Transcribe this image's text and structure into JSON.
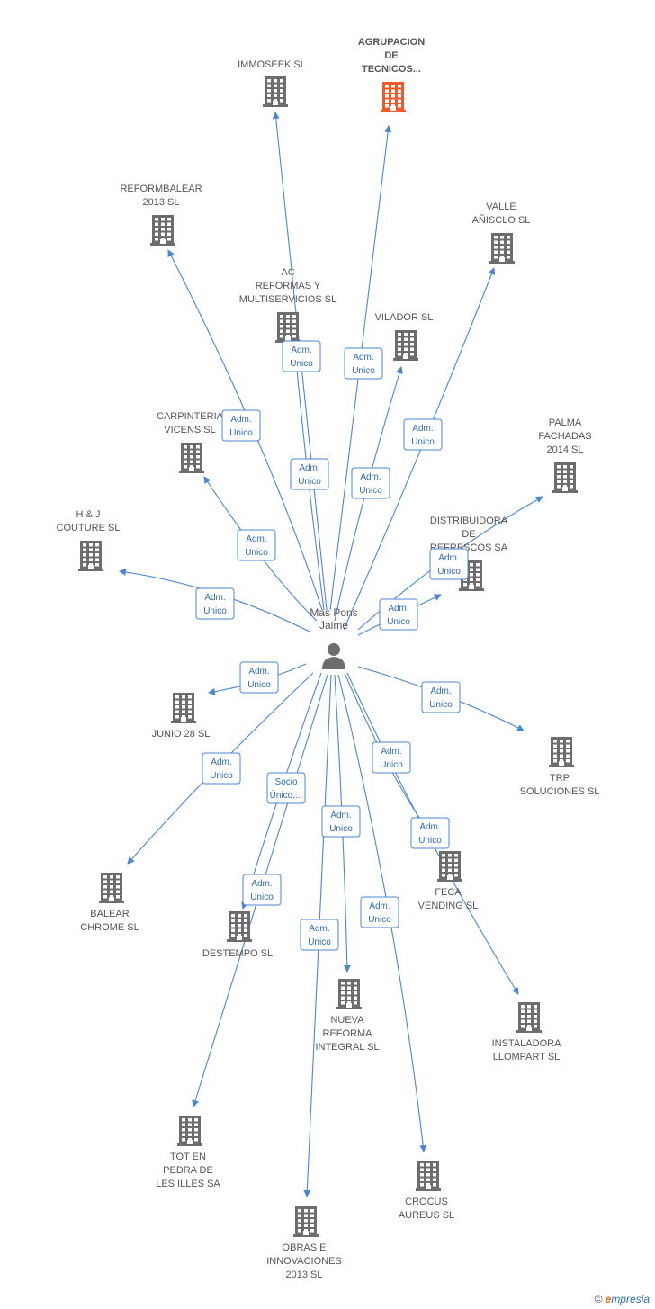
{
  "center": {
    "name_line1": "Mas Pons",
    "name_line2": "Jaime",
    "icon": "person-icon"
  },
  "colors": {
    "edge": "#4a86d4",
    "building": "#6d6d6d",
    "highlight": "#f05a2b"
  },
  "companies": [
    {
      "lines": [
        "IMMOSEEK SL"
      ],
      "highlight": false
    },
    {
      "lines": [
        "AGRUPACION",
        "DE",
        "TECNICOS..."
      ],
      "highlight": true
    },
    {
      "lines": [
        "REFORMBALEAR",
        "2013 SL"
      ],
      "highlight": false
    },
    {
      "lines": [
        "VALLE",
        "AÑISCLO SL"
      ],
      "highlight": false
    },
    {
      "lines": [
        "AC",
        "REFORMAS Y",
        "MULTISERVICIOS SL"
      ],
      "highlight": false
    },
    {
      "lines": [
        "VILADOR SL"
      ],
      "highlight": false
    },
    {
      "lines": [
        "CARPINTERIA",
        "VICENS SL"
      ],
      "highlight": false
    },
    {
      "lines": [
        "PALMA",
        "FACHADAS",
        "2014  SL"
      ],
      "highlight": false
    },
    {
      "lines": [
        "H & J",
        "COUTURE  SL"
      ],
      "highlight": false
    },
    {
      "lines": [
        "DISTRIBUIDORA",
        "DE",
        "REFRESCOS SA"
      ],
      "highlight": false
    },
    {
      "lines": [
        "JUNIO 28 SL"
      ],
      "highlight": false
    },
    {
      "lines": [
        "TRP",
        "SOLUCIONES  SL"
      ],
      "highlight": false
    },
    {
      "lines": [
        "BALEAR",
        "CHROME SL"
      ],
      "highlight": false
    },
    {
      "lines": [
        "DESTEMPO SL"
      ],
      "highlight": false
    },
    {
      "lines": [
        "FECA",
        "VENDING  SL"
      ],
      "highlight": false
    },
    {
      "lines": [
        "NUEVA",
        "REFORMA",
        "INTEGRAL SL"
      ],
      "highlight": false
    },
    {
      "lines": [
        "INSTALADORA",
        "LLOMPART  SL"
      ],
      "highlight": false
    },
    {
      "lines": [
        "TOT EN",
        "PEDRA DE",
        "LES ILLES SA"
      ],
      "highlight": false
    },
    {
      "lines": [
        "CROCUS",
        "AUREUS SL"
      ],
      "highlight": false
    },
    {
      "lines": [
        "OBRAS E",
        "INNOVACIONES",
        "2013 SL"
      ],
      "highlight": false
    }
  ],
  "relations": [
    {
      "target": 0,
      "lines": [
        "Adm.",
        "Unico"
      ]
    },
    {
      "target": 1,
      "lines": [
        "Adm.",
        "Unico"
      ]
    },
    {
      "target": 2,
      "lines": [
        "Adm.",
        "Unico"
      ]
    },
    {
      "target": 3,
      "lines": [
        "Adm.",
        "Unico"
      ]
    },
    {
      "target": 4,
      "lines": [
        "Adm.",
        "Unico"
      ]
    },
    {
      "target": 5,
      "lines": [
        "Adm.",
        "Unico"
      ]
    },
    {
      "target": 6,
      "lines": [
        "Adm.",
        "Unico"
      ]
    },
    {
      "target": 7,
      "lines": [
        "Adm.",
        "Unico"
      ]
    },
    {
      "target": 8,
      "lines": [
        "Adm.",
        "Unico"
      ]
    },
    {
      "target": 9,
      "lines": [
        "Adm.",
        "Unico"
      ]
    },
    {
      "target": 10,
      "lines": [
        "Adm.",
        "Unico"
      ]
    },
    {
      "target": 11,
      "lines": [
        "Adm.",
        "Unico"
      ]
    },
    {
      "target": 12,
      "lines": [
        "Adm.",
        "Unico"
      ]
    },
    {
      "target": 13,
      "lines": [
        "Socio",
        "Único,..."
      ]
    },
    {
      "target": 14,
      "lines": [
        "Adm.",
        "Unico"
      ]
    },
    {
      "target": 15,
      "lines": [
        "Adm.",
        "Unico"
      ]
    },
    {
      "target": 16,
      "lines": [
        "Adm.",
        "Unico"
      ]
    },
    {
      "target": 17,
      "lines": [
        "Adm.",
        "Unico"
      ]
    },
    {
      "target": 18,
      "lines": [
        "Adm.",
        "Unico"
      ]
    },
    {
      "target": 19,
      "lines": [
        "Adm.",
        "Unico"
      ]
    }
  ],
  "footer": {
    "copyright": "©",
    "brand_e": "e",
    "brand_rest": "mpresia"
  }
}
